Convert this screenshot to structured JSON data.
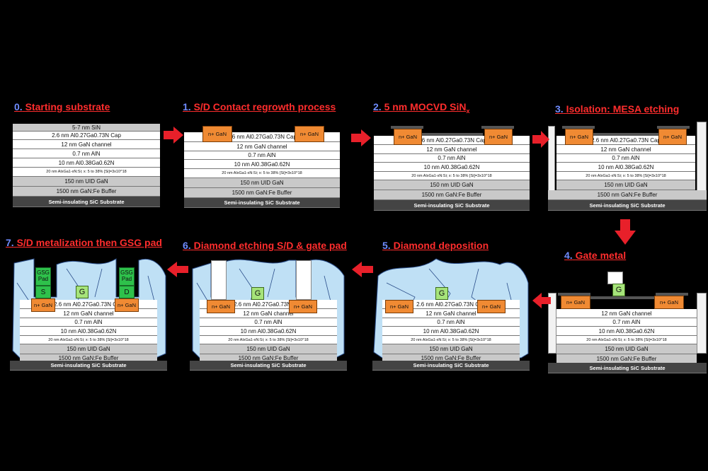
{
  "steps": [
    {
      "num": "0.",
      "label": "Starting substrate"
    },
    {
      "num": "1.",
      "label": "S/D Contact regrowth process"
    },
    {
      "num": "2.",
      "label": "5 nm MOCVD SiN",
      "sub": "x"
    },
    {
      "num": "3.",
      "label": "Isolation: MESA etching"
    },
    {
      "num": "4.",
      "label": "Gate metal"
    },
    {
      "num": "5.",
      "label": "Diamond deposition"
    },
    {
      "num": "6.",
      "label": "Diamond etching S/D & gate pad"
    },
    {
      "num": "7.",
      "label": "S/D metalization then GSG pad"
    }
  ],
  "layers": {
    "sin_cap": "5-7 nm SiN",
    "algan_cap": "2.6 nm Al0.27Ga0.73N Cap",
    "algan_cap_short": "2.6 nm Al0.27Ga0.73N Cap",
    "channel": "12 nm GaN channel",
    "aln": "0.7 nm AlN",
    "algan_back": "10 nm Al0.38Ga0.62N",
    "graded": "20 nm AlxGa1-xN:Si; x: 5 to 38% [Si]=3x10^18",
    "uid": "150 nm UID GaN",
    "buffer": "1500 nm GaN:Fe Buffer",
    "substrate": "Semi-insulating SiC Substrate"
  },
  "labels": {
    "ngan": "n+ GaN",
    "gate": "G",
    "source": "S",
    "drain": "D",
    "gsg_pad": "GSG Pad"
  },
  "colors": {
    "title_red": "#ff2d2d",
    "number_blue": "#6f8cff",
    "ngan_orange": "#f08a33",
    "gate_green": "#a6e47a",
    "pad_green": "#2ec14b",
    "diamond_blue": "#bfe0f5",
    "arrow_red": "#e8202a",
    "substrate_dark": "#444444"
  }
}
